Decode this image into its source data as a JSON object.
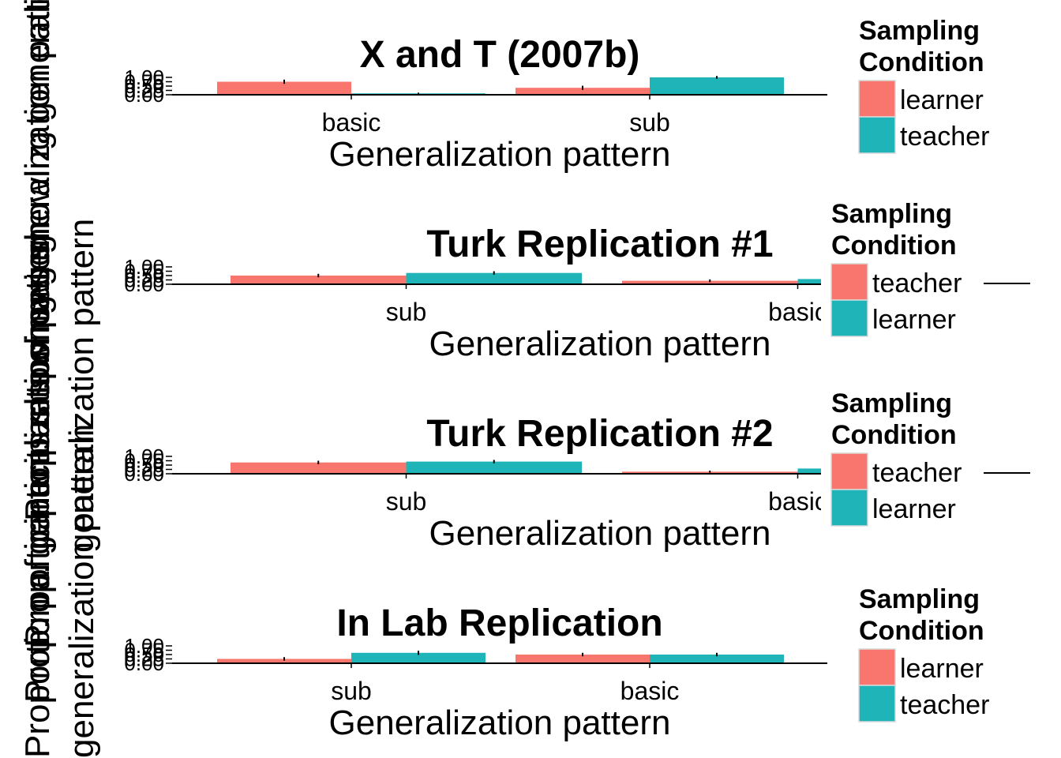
{
  "ylabels": {
    "line1": "Proportion of participants showing",
    "line2": "Prop. participants showing generalization pattern",
    "line3": "generalization pattern",
    "line4": "Prop. generalization pattern",
    "line5": "generalization pattern",
    "line6": "Prop. responses showing generalization pattern"
  },
  "colors": {
    "red": "#F8766D",
    "teal": "#1FB5B8"
  },
  "chart_data": [
    {
      "type": "bar",
      "title": "X and T (2007b)",
      "xlabel": "Generalization pattern",
      "ylabel": "",
      "ylim": [
        0,
        1
      ],
      "ytick_labels": [
        "0.00",
        "0.25",
        "0.50",
        "0.75",
        "1.00"
      ],
      "categories": [
        "basic",
        "sub"
      ],
      "legend_title_1": "Sampling",
      "legend_title_2": "Condition",
      "series": [
        {
          "name": "learner",
          "color": "#F8766D",
          "values": [
            0.75,
            0.4
          ],
          "errors": [
            0.12,
            0.12
          ]
        },
        {
          "name": "teacher",
          "color": "#1FB5B8",
          "values": [
            0.08,
            1.0
          ],
          "errors": [
            0.04,
            0.08
          ]
        }
      ]
    },
    {
      "type": "bar",
      "title": "Turk Replication #1",
      "xlabel": "Generalization pattern",
      "ylabel": "",
      "ylim": [
        0,
        1
      ],
      "ytick_labels": [
        "0.00",
        "0.25",
        "0.50",
        "0.75",
        "1.00"
      ],
      "categories": [
        "sub",
        "basic"
      ],
      "legend_title_1": "Sampling",
      "legend_title_2": "Condition",
      "series": [
        {
          "name": "teacher",
          "color": "#F8766D",
          "values": [
            0.5,
            0.2
          ],
          "errors": [
            0.1,
            0.08
          ]
        },
        {
          "name": "learner",
          "color": "#1FB5B8",
          "values": [
            0.65,
            0.3
          ],
          "errors": [
            0.1,
            0.08
          ]
        }
      ]
    },
    {
      "type": "bar",
      "title": "Turk Replication #2",
      "xlabel": "Generalization pattern",
      "ylabel": "",
      "ylim": [
        0,
        1
      ],
      "ytick_labels": [
        "0.00",
        "0.25",
        "0.50",
        "0.75",
        "1.00"
      ],
      "categories": [
        "sub",
        "basic"
      ],
      "legend_title_1": "Sampling",
      "legend_title_2": "Condition",
      "series": [
        {
          "name": "teacher",
          "color": "#F8766D",
          "values": [
            0.65,
            0.12
          ],
          "errors": [
            0.1,
            0.06
          ]
        },
        {
          "name": "learner",
          "color": "#1FB5B8",
          "values": [
            0.7,
            0.3
          ],
          "errors": [
            0.1,
            0.08
          ]
        }
      ]
    },
    {
      "type": "bar",
      "title": "In Lab Replication",
      "xlabel": "Generalization pattern",
      "ylabel": "",
      "ylim": [
        0,
        1
      ],
      "ytick_labels": [
        "0.00",
        "0.25",
        "0.50",
        "0.75",
        "1.00"
      ],
      "categories": [
        "sub",
        "basic"
      ],
      "legend_title_1": "Sampling",
      "legend_title_2": "Condition",
      "series": [
        {
          "name": "learner",
          "color": "#F8766D",
          "values": [
            0.25,
            0.5
          ],
          "errors": [
            0.1,
            0.1
          ]
        },
        {
          "name": "teacher",
          "color": "#1FB5B8",
          "values": [
            0.6,
            0.5
          ],
          "errors": [
            0.12,
            0.1
          ]
        }
      ]
    }
  ]
}
